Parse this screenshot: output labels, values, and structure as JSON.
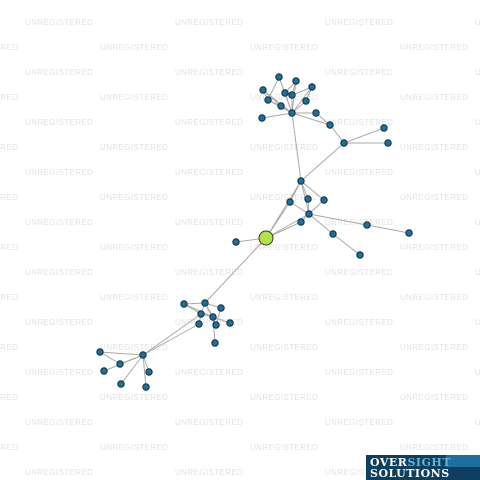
{
  "watermark": {
    "text": "UNREGISTERED"
  },
  "logo": {
    "word1": "OVER",
    "word2": "SIGHT",
    "line2": "SOLUTIONS"
  },
  "colors": {
    "node": "#1f6f96",
    "node_main": "#b4e04b",
    "edge": "#a9a9a9",
    "logo_bg": "#0d3f5f"
  }
}
